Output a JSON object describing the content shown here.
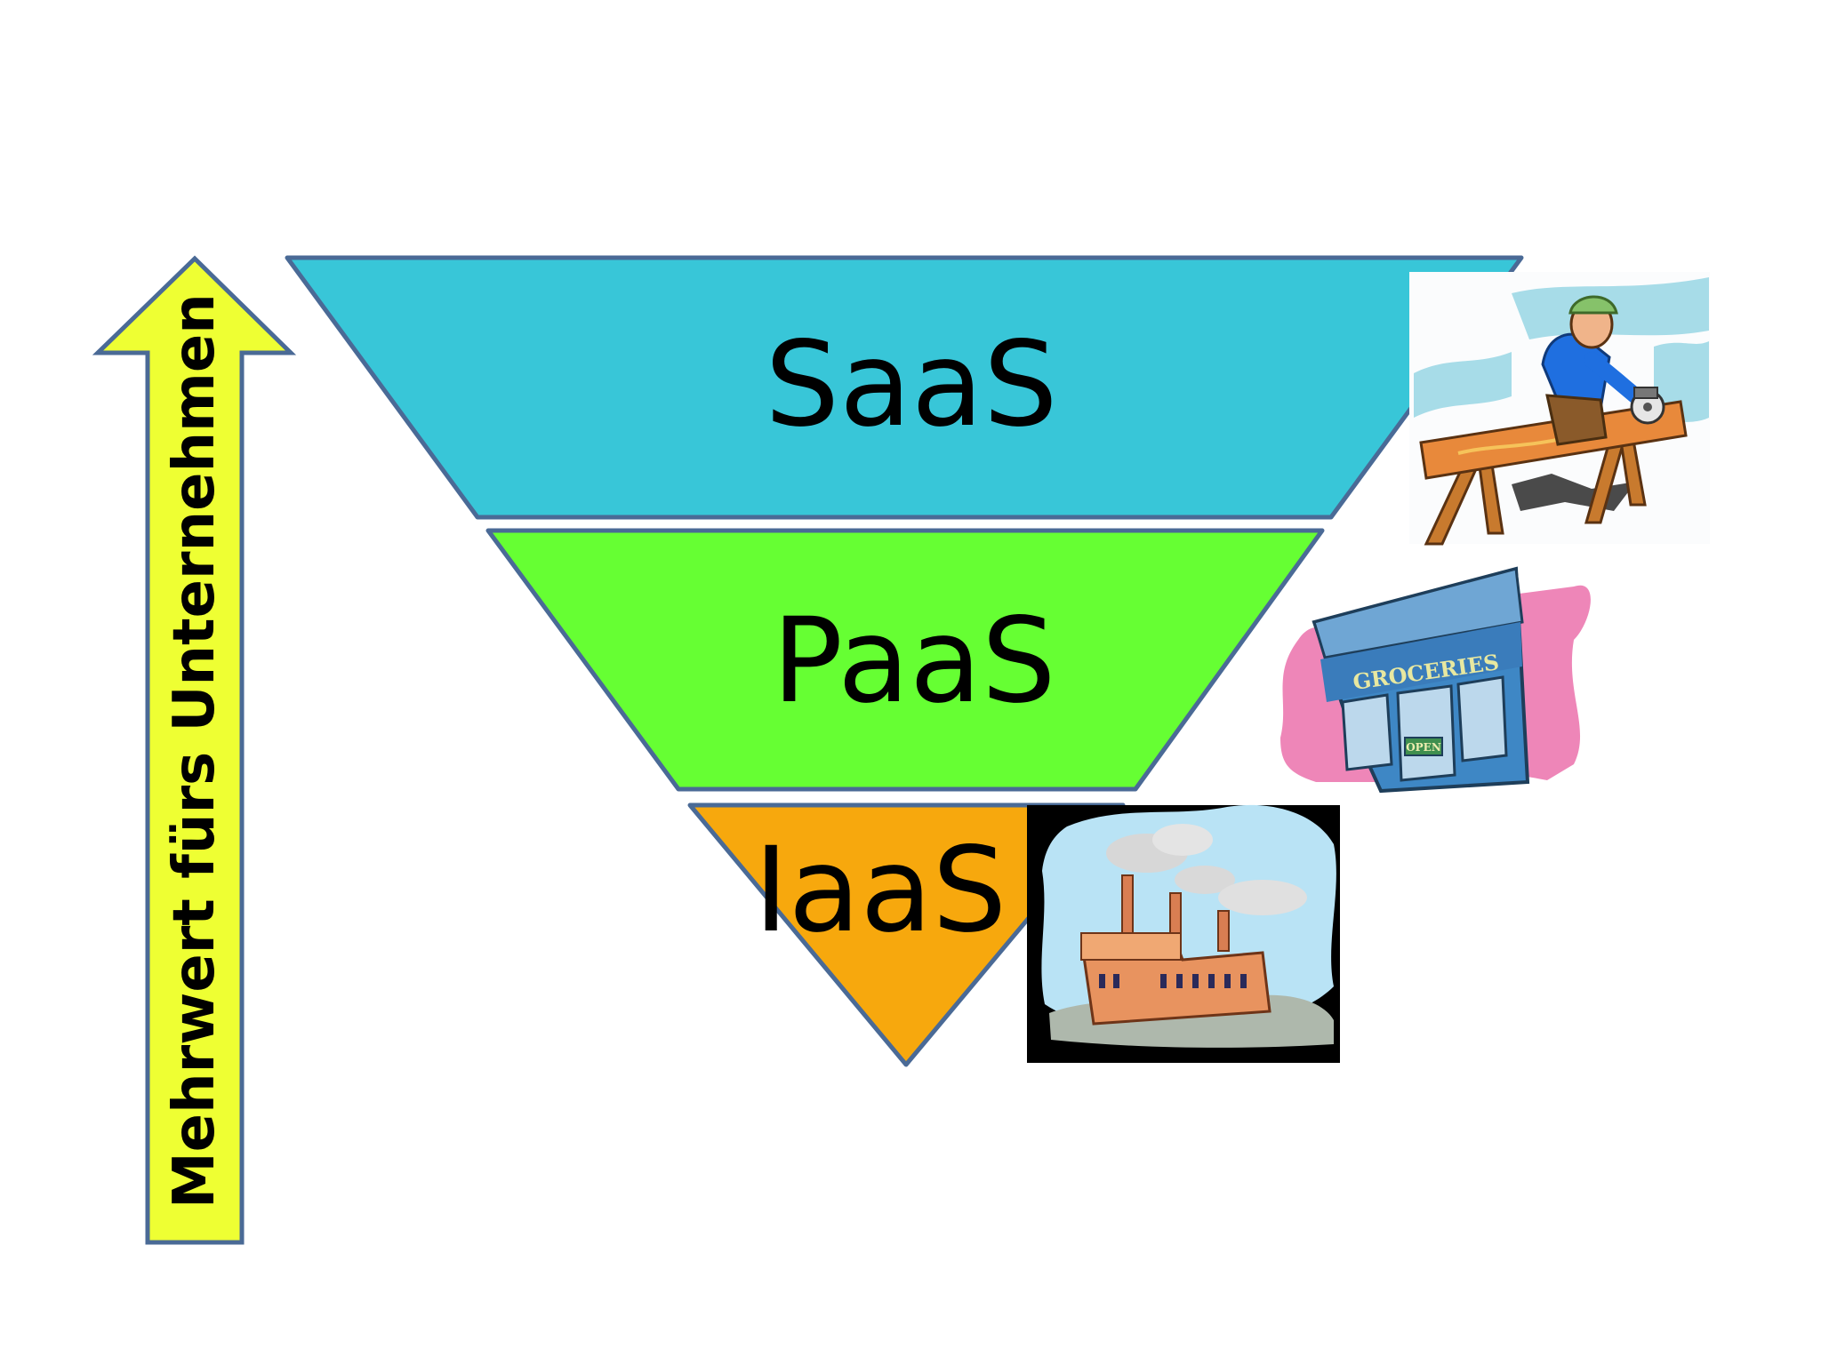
{
  "diagram": {
    "arrow_label": "Mehrwert fürs Unternehmen",
    "layers": [
      {
        "label": "SaaS",
        "color": "#38C6D8"
      },
      {
        "label": "PaaS",
        "color": "#66FF33"
      },
      {
        "label": "IaaS",
        "color": "#F7A80D"
      }
    ],
    "arrow_color": "#EEFF33",
    "outline_color": "#4A6A96"
  },
  "illustrations": {
    "saas": {
      "icon": "carpenter-sawing-icon"
    },
    "paas": {
      "icon": "grocery-store-icon",
      "sign_text": "GROCERIES",
      "door_sign_text": "OPEN"
    },
    "iaas": {
      "icon": "factory-icon"
    }
  }
}
